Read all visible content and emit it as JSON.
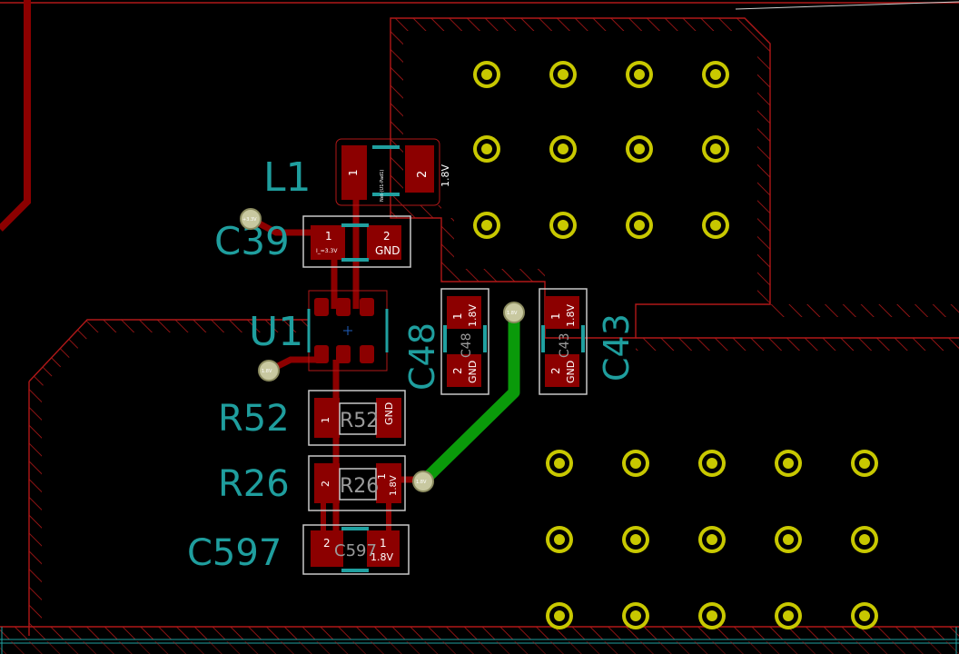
{
  "app": "PCB layout editor",
  "colors": {
    "background": "#000000",
    "copper_front": "#8c0000",
    "copper_back": "#0a9a0a",
    "zone_outline": "#b01818",
    "silkscreen_ref": "#1f9e9e",
    "fab_outline": "#c8c8c8",
    "via_ring": "#c8c800",
    "courtyard": "#20a0a0"
  },
  "components": {
    "L1": {
      "ref": "L1",
      "pad1_num": "1",
      "pad1_net": "Net-(U1-Pad1)",
      "pad2_num": "2",
      "pad2_net": "1.8V"
    },
    "C39": {
      "ref": "C39",
      "pad1_num": "1",
      "pad1_net": "I_=3.3V",
      "pad2_num": "2",
      "pad2_net": "GND"
    },
    "U1": {
      "ref": "U1"
    },
    "C48": {
      "ref": "C48",
      "pad1_num": "1",
      "pad1_net": "1.8V",
      "pad2_num": "2",
      "pad2_net": "GND",
      "fab": "C48"
    },
    "C43": {
      "ref": "C43",
      "pad1_num": "1",
      "pad1_net": "1.8V",
      "pad2_num": "2",
      "pad2_net": "GND",
      "fab": "C43"
    },
    "R52": {
      "ref": "R52",
      "pad1_num": "1",
      "pad2_net": "GND",
      "fab": "R52"
    },
    "R26": {
      "ref": "R26",
      "pad1_num": "1",
      "pad1_net": "1.8V",
      "pad2_num": "2",
      "fab": "R26"
    },
    "C597": {
      "ref": "C597",
      "pad1_num": "1",
      "pad1_net": "1.8V",
      "pad2_num": "2",
      "fab": "C597"
    }
  },
  "via_labels": {
    "v1": "+3.3V",
    "v2": "1.8V",
    "v3": "1.8V",
    "v4": "1.8V"
  }
}
